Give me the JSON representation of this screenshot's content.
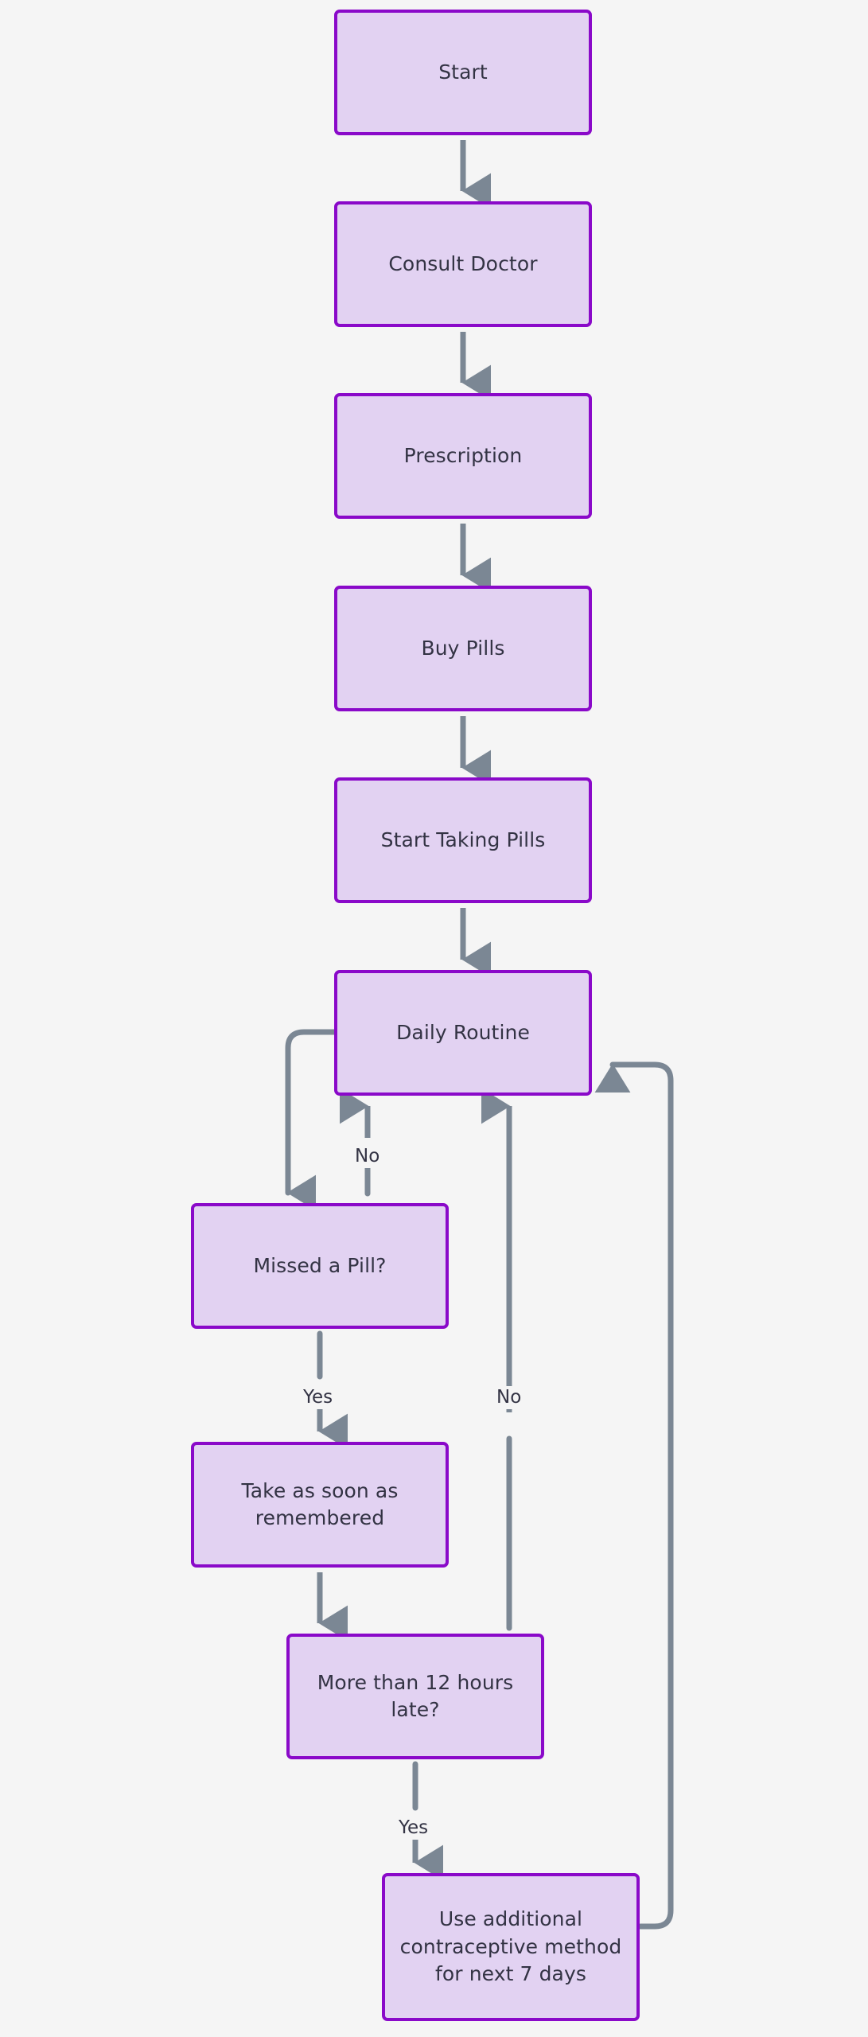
{
  "diagram": {
    "type": "flowchart",
    "orientation": "top-to-bottom",
    "background_color": "#f5f5f5",
    "node_fill_color": "#e2d2f2",
    "node_border_color": "#8a09c9",
    "node_text_color": "#333344",
    "edge_color": "#7b8794",
    "nodes": [
      {
        "id": "start",
        "label": "Start"
      },
      {
        "id": "consult",
        "label": "Consult Doctor"
      },
      {
        "id": "prescription",
        "label": "Prescription"
      },
      {
        "id": "buy",
        "label": "Buy Pills"
      },
      {
        "id": "start_taking",
        "label": "Start Taking Pills"
      },
      {
        "id": "daily",
        "label": "Daily Routine"
      },
      {
        "id": "missed",
        "label": "Missed a Pill?"
      },
      {
        "id": "take_soon",
        "label": "Take as soon as\nremembered"
      },
      {
        "id": "more_12",
        "label": "More than 12 hours\nlate?"
      },
      {
        "id": "additional",
        "label": "Use additional\ncontraceptive method\nfor next 7 days"
      }
    ],
    "edges": [
      {
        "from": "start",
        "to": "consult",
        "label": ""
      },
      {
        "from": "consult",
        "to": "prescription",
        "label": ""
      },
      {
        "from": "prescription",
        "to": "buy",
        "label": ""
      },
      {
        "from": "buy",
        "to": "start_taking",
        "label": ""
      },
      {
        "from": "start_taking",
        "to": "daily",
        "label": ""
      },
      {
        "from": "daily",
        "to": "missed",
        "label": ""
      },
      {
        "from": "missed",
        "to": "daily",
        "label": "No"
      },
      {
        "from": "missed",
        "to": "take_soon",
        "label": "Yes"
      },
      {
        "from": "take_soon",
        "to": "more_12",
        "label": ""
      },
      {
        "from": "more_12",
        "to": "daily",
        "label": "No"
      },
      {
        "from": "more_12",
        "to": "additional",
        "label": "Yes"
      },
      {
        "from": "additional",
        "to": "daily",
        "label": ""
      }
    ],
    "edge_labels": {
      "missed_no": "No",
      "missed_yes": "Yes",
      "more12_no": "No",
      "more12_yes": "Yes"
    }
  }
}
